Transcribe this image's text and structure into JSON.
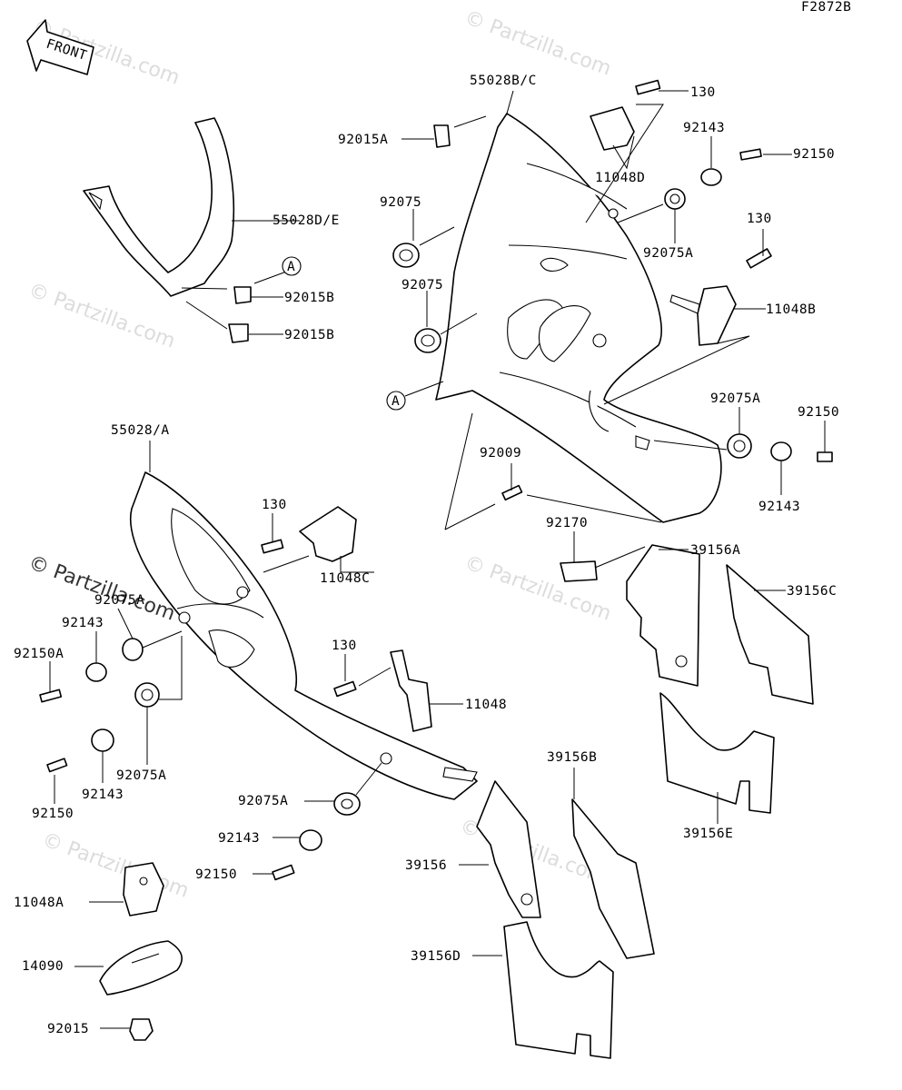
{
  "figure_code": "F2872B",
  "front_label": "FRONT",
  "watermark_text": "© Partzilla.com",
  "callout_symbol": "A",
  "labels": {
    "55028BC": "55028B/C",
    "130_top": "130",
    "92015A": "92015A",
    "92143_top": "92143",
    "92150_top": "92150",
    "11048D": "11048D",
    "92075_a": "92075",
    "92075A_right": "92075A",
    "55028DE": "55028D/E",
    "130_right": "130",
    "92015B_1": "92015B",
    "11048B": "11048B",
    "92075_b": "92075",
    "92015B_2": "92015B",
    "92075A_mid": "92075A",
    "92150_mid": "92150",
    "55028A": "55028/A",
    "92009": "92009",
    "92143_mid": "92143",
    "130_c": "130",
    "92170": "92170",
    "11048C": "11048C",
    "39156A": "39156A",
    "92075A_left": "92075A",
    "39156C": "39156C",
    "92143_left": "92143",
    "92150A": "92150A",
    "130_d": "130",
    "11048": "11048",
    "92075A_low": "92075A",
    "92143_low": "92143",
    "92150_low": "92150",
    "39156B": "39156B",
    "39156E": "39156E",
    "92075A_bot": "92075A",
    "92143_bot": "92143",
    "39156": "39156",
    "92150_bot": "92150",
    "11048A": "11048A",
    "39156D": "39156D",
    "14090": "14090",
    "92015": "92015"
  }
}
